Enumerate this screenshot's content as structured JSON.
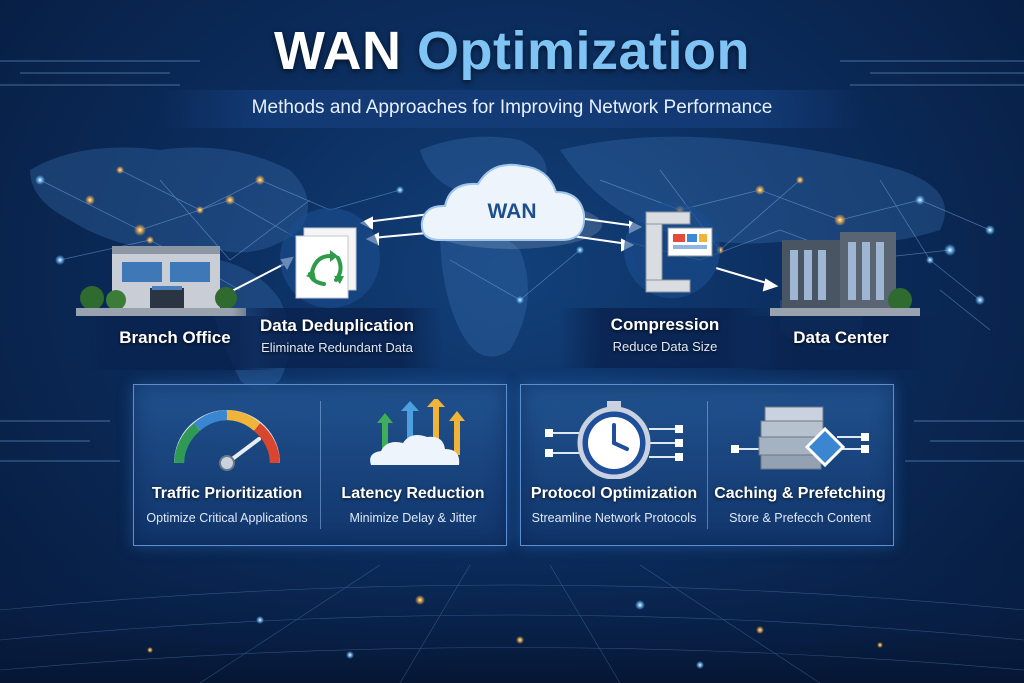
{
  "header": {
    "title_word1": "WAN",
    "title_word2": "Optimization",
    "subtitle": "Methods and Approaches for Improving Network Performance"
  },
  "diagram": {
    "cloud_label": "WAN",
    "nodes": [
      {
        "id": "branch",
        "title": "Branch Office",
        "icon": "office-building-icon"
      },
      {
        "id": "dedup",
        "title": "Data Deduplication",
        "subtitle": "Eliminate Redundant Data",
        "icon": "recycle-documents-icon"
      },
      {
        "id": "compression",
        "title": "Compression",
        "subtitle": "Reduce Data Size",
        "icon": "compression-clamp-icon"
      },
      {
        "id": "datacenter",
        "title": "Data Center",
        "icon": "datacenter-building-icon"
      }
    ]
  },
  "features": [
    {
      "title": "Traffic Prioritization",
      "subtitle": "Optimize Critical Applications",
      "icon": "speedometer-icon"
    },
    {
      "title": "Latency Reduction",
      "subtitle": "Minimize Delay & Jitter",
      "icon": "upward-arrows-cloud-icon"
    },
    {
      "title": "Protocol Optimization",
      "subtitle": "Streamline Network Protocols",
      "icon": "stopwatch-icon"
    },
    {
      "title": "Caching & Prefetching",
      "subtitle": "Store & Prefecch Content",
      "icon": "server-cache-icon"
    }
  ],
  "colors": {
    "background": "#0b2c5c",
    "title_accent": "#7fc4f5",
    "panel_border": "#5d8fd0",
    "glow": "#ffb347"
  }
}
